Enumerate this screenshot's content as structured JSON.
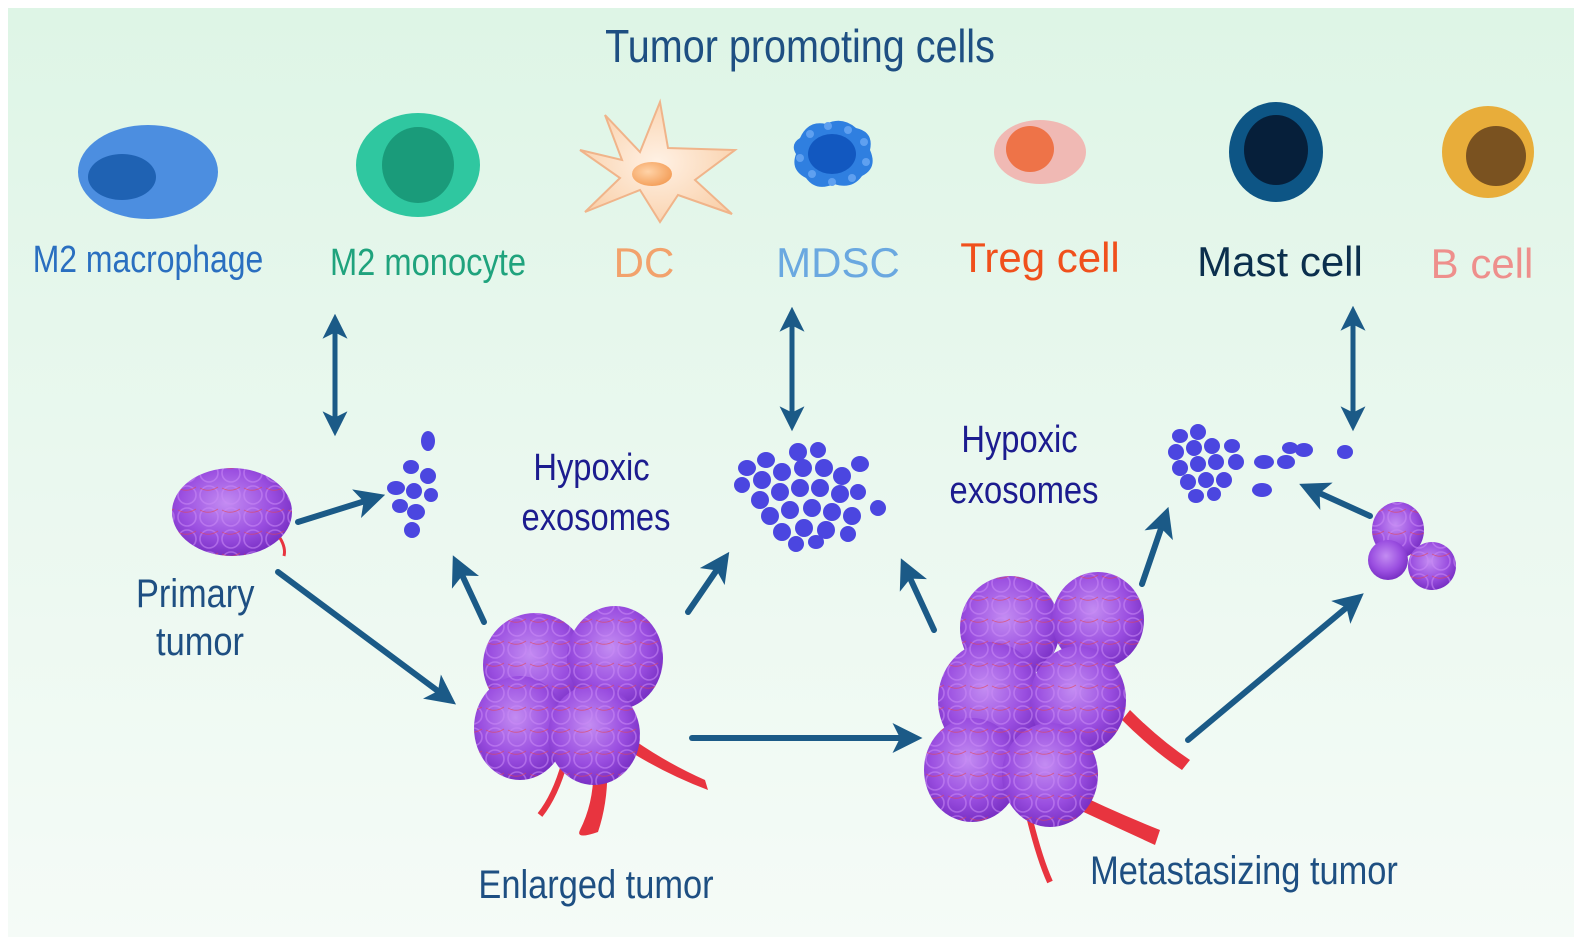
{
  "title": "Tumor promoting cells",
  "cells": [
    {
      "label": "M2 macrophage",
      "color": "#2a6fc0"
    },
    {
      "label": "M2 monocyte",
      "color": "#1fa37d"
    },
    {
      "label": "DC",
      "color": "#f2a26c"
    },
    {
      "label": "MDSC",
      "color": "#6aa8e0"
    },
    {
      "label": "Treg cell",
      "color": "#f0501c"
    },
    {
      "label": "Mast cell",
      "color": "#0b2f4d"
    },
    {
      "label": "B cell",
      "color": "#ee8f8c"
    }
  ],
  "exosome_label_1": "Hypoxic\nexosomes",
  "exosome_label_2": "Hypoxic\nexosomes",
  "tumor_labels": {
    "primary": "Primary\ntumor",
    "enlarged": "Enlarged tumor",
    "metastasizing": "Metastasizing tumor"
  },
  "colors": {
    "arrow": "#1b5a87",
    "exosome": "#4b46e0",
    "tumor": "#8e3fd0",
    "vessel": "#e8343f",
    "label_blue": "#1e4f82",
    "label_navy": "#1c1c8f"
  }
}
